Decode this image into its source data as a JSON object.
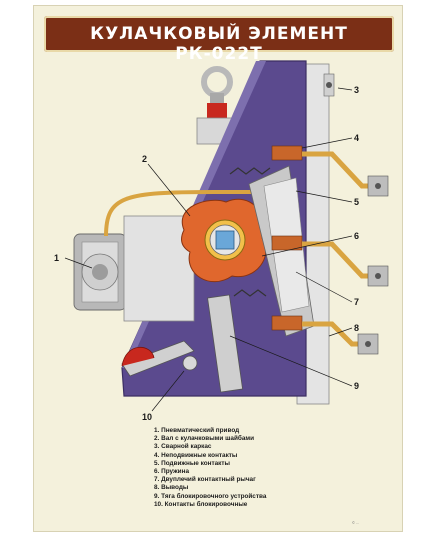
{
  "title": "КУЛАЧКОВЫЙ ЭЛЕМЕНТ РК-022Т",
  "callouts": [
    "1",
    "2",
    "3",
    "4",
    "5",
    "6",
    "7",
    "8",
    "9",
    "10"
  ],
  "legend": [
    "1. Пневматический привод",
    "2. Вал с кулачковыми шайбами",
    "3. Сварной каркас",
    "4. Неподвижные контакты",
    "5. Подвижные контакты",
    "6. Пружина",
    "7. Двуплечий контактный рычаг",
    "8. Выводы",
    "9. Тяга блокировочного устройства",
    "10. Контакты блокировочные"
  ],
  "copyright": "© ...",
  "colors": {
    "title_bg": "#7b2f16",
    "poster_bg": "#f4f1dc",
    "frame_purple": "#5b4a8e",
    "cam_orange": "#e0672d",
    "metal_gray": "#c9c9c9",
    "copper": "#c8662a",
    "brass": "#d9a441",
    "red": "#c8281e"
  }
}
